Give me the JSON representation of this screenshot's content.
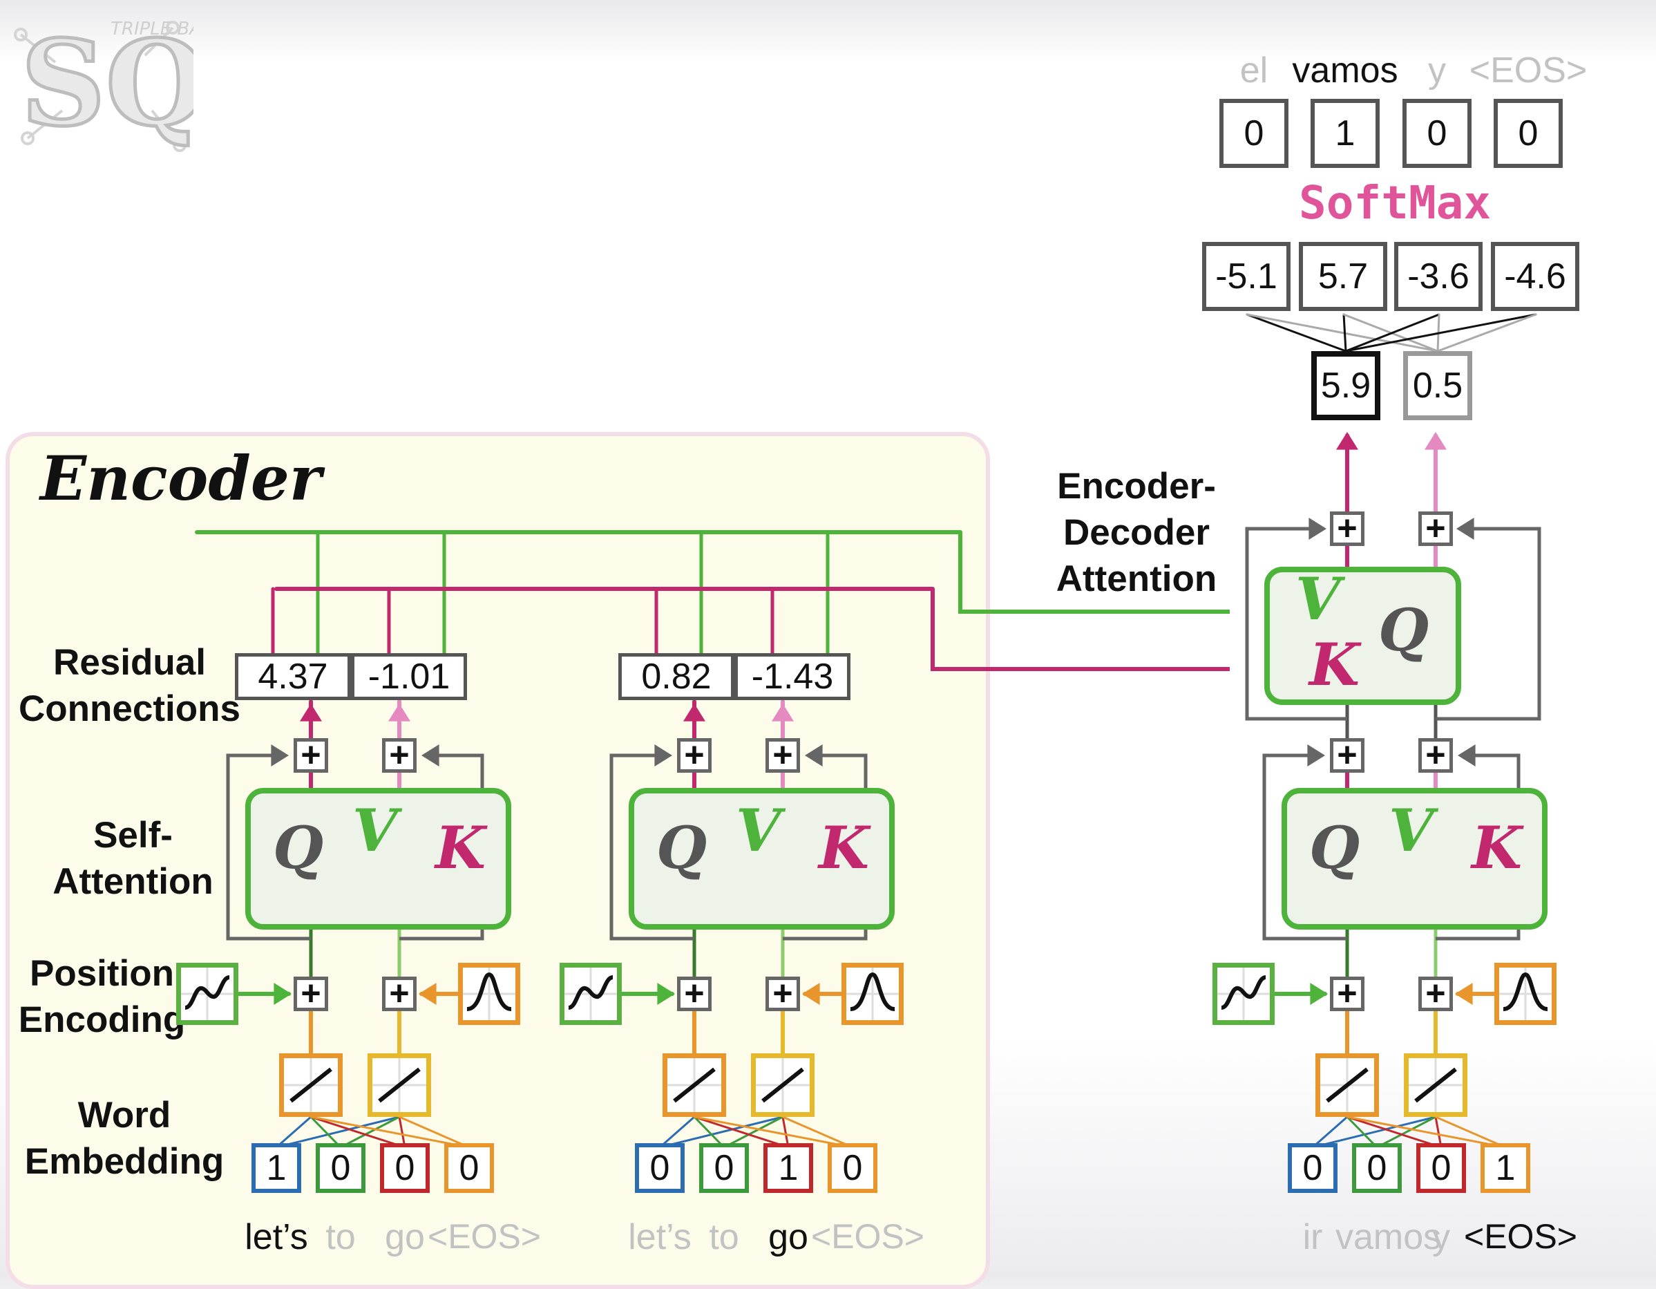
{
  "encoder": {
    "title": "Encoder",
    "labels": {
      "residual": "Residual\nConnections",
      "self_attention": "Self-\nAttention",
      "position_encoding": "Position\nEncoding",
      "word_embedding": "Word\nEmbedding"
    },
    "tokens": [
      "let’s",
      "to",
      "go",
      "<EOS>"
    ],
    "blocks": [
      {
        "one_hot": [
          "1",
          "0",
          "0",
          "0"
        ],
        "active_word": 0,
        "residual_values": [
          "4.37",
          "-1.01"
        ]
      },
      {
        "one_hot": [
          "0",
          "0",
          "1",
          "0"
        ],
        "active_word": 2,
        "residual_values": [
          "0.82",
          "-1.43"
        ]
      }
    ]
  },
  "decoder": {
    "tokens": [
      "ir",
      "vamos",
      "y",
      "<EOS>"
    ],
    "one_hot": [
      "0",
      "0",
      "0",
      "1"
    ],
    "active_word": 3,
    "enc_dec_label": "Encoder-\nDecoder\nAttention",
    "residual_values": [
      "5.9",
      "0.5"
    ],
    "logits": [
      "-5.1",
      "5.7",
      "-3.6",
      "-4.6"
    ],
    "softmax_label": "SoftMax",
    "output_tokens": [
      "el",
      "vamos",
      "y",
      "<EOS>"
    ],
    "output_active": 1,
    "output_values": [
      "0",
      "1",
      "0",
      "0"
    ]
  },
  "attention_letters": {
    "query": "Q",
    "value": "V",
    "key": "K"
  },
  "colors": {
    "green": "#4db33a",
    "magenta": "#c2286e",
    "pink": "#e48ac0",
    "orange": "#e8952c",
    "yellow": "#e6b82c",
    "one_hot_borders": [
      "#2c6cb0",
      "#3c9a3c",
      "#c0282c",
      "#e8952c"
    ]
  },
  "logo": {
    "text": "SQ",
    "tagline": "TRIPLE BAM!!!"
  }
}
